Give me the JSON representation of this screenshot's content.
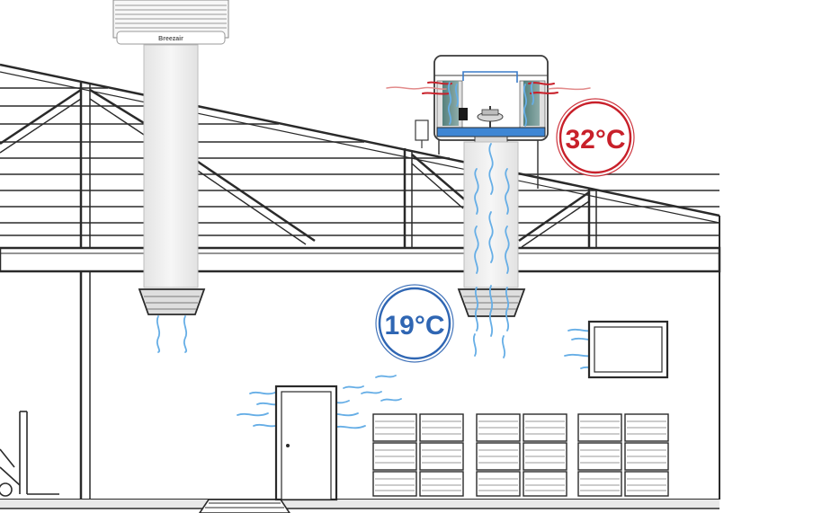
{
  "temps": {
    "outside": "32°C",
    "inside": "19°C"
  },
  "brand": "Breezair",
  "colors": {
    "hot": "#c8202a",
    "cold": "#2f66b3",
    "air": "#66aee6",
    "line": "#2a2a2a",
    "duct": "#ececec"
  }
}
